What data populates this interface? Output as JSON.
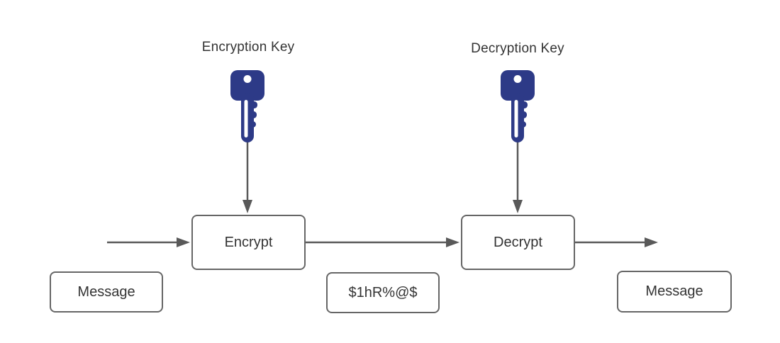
{
  "diagram": {
    "labels": {
      "encryption_key": "Encryption Key",
      "decryption_key": "Decryption Key"
    },
    "nodes": {
      "encrypt": "Encrypt",
      "decrypt": "Decrypt",
      "message_input": "Message",
      "ciphertext": "$1hR%@$",
      "message_output": "Message"
    },
    "icons": {
      "encryption_key": "key-icon",
      "decryption_key": "key-icon"
    },
    "colors": {
      "background": "#ffffff",
      "key_fill": "#2d3a87",
      "arrow": "#595959",
      "box_border": "#666666",
      "box_fill": "#ffffff",
      "text": "#333333"
    }
  }
}
